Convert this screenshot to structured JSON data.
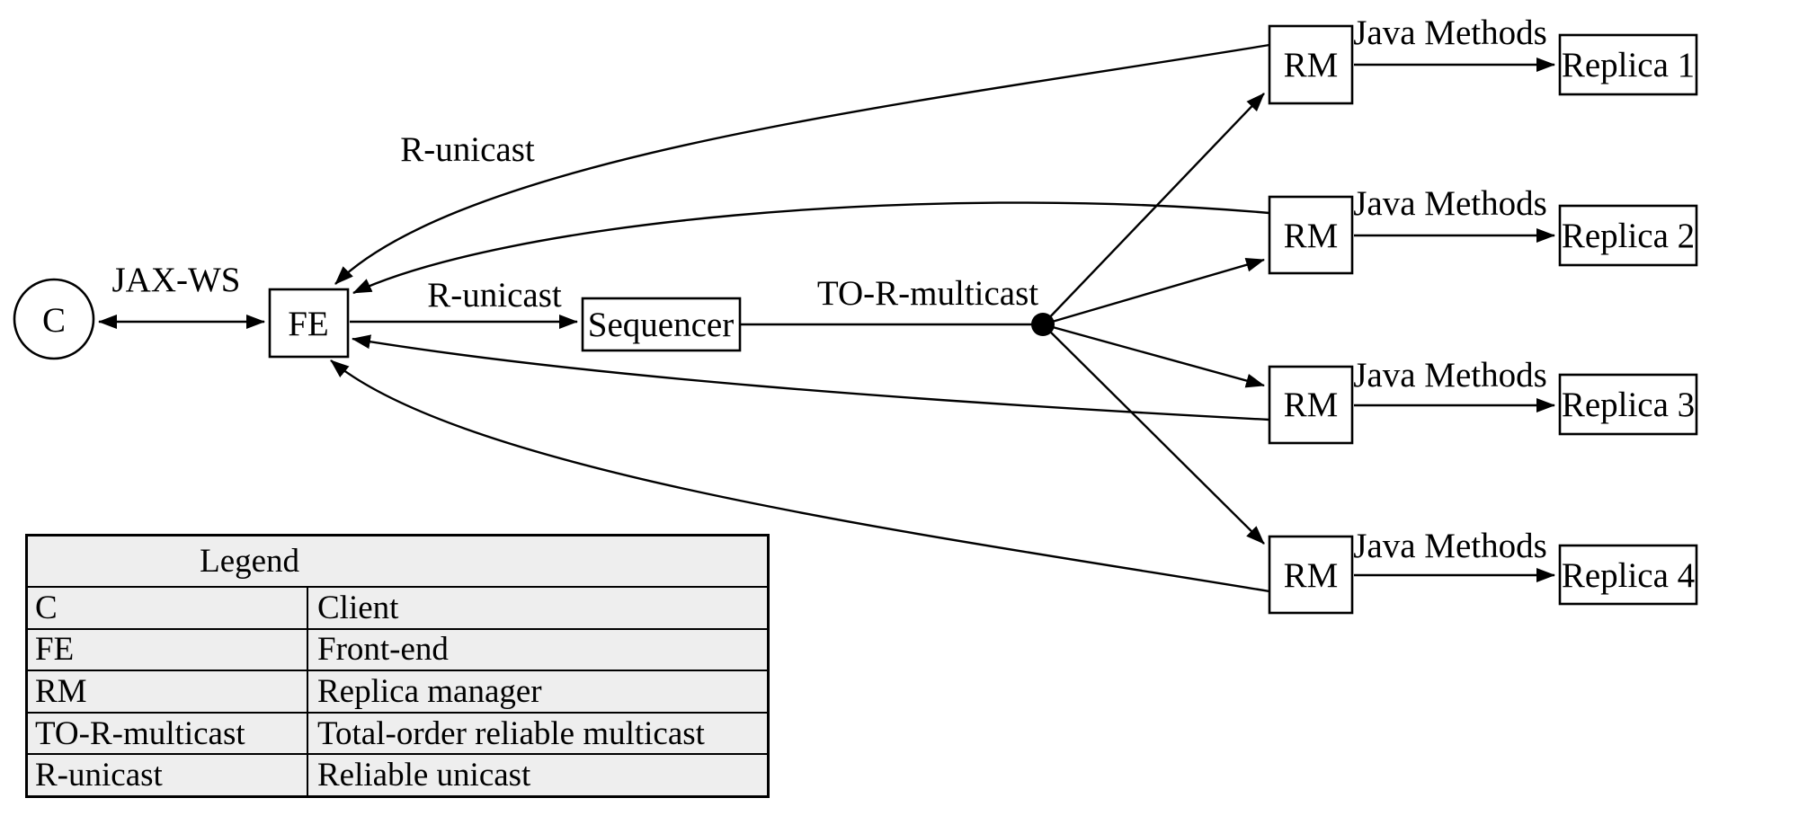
{
  "diagram": {
    "nodes": {
      "client": "C",
      "frontend": "FE",
      "sequencer": "Sequencer",
      "rm": "RM",
      "replicas": [
        "Replica 1",
        "Replica 2",
        "Replica 3",
        "Replica 4"
      ]
    },
    "edge_labels": {
      "jax_ws": "JAX-WS",
      "r_unicast_return": "R-unicast",
      "r_unicast_forward": "R-unicast",
      "to_r_multicast": "TO-R-multicast",
      "java_methods": "Java Methods"
    }
  },
  "legend": {
    "title": "Legend",
    "rows": [
      {
        "abbr": "C",
        "meaning": "Client"
      },
      {
        "abbr": "FE",
        "meaning": "Front-end"
      },
      {
        "abbr": "RM",
        "meaning": "Replica manager"
      },
      {
        "abbr": "TO-R-multicast",
        "meaning": "Total-order reliable multicast"
      },
      {
        "abbr": "R-unicast",
        "meaning": "Reliable unicast"
      }
    ]
  },
  "colors": {
    "ink": "#000000",
    "canvas": "#ffffff",
    "legend_background": "#eeeeee"
  }
}
